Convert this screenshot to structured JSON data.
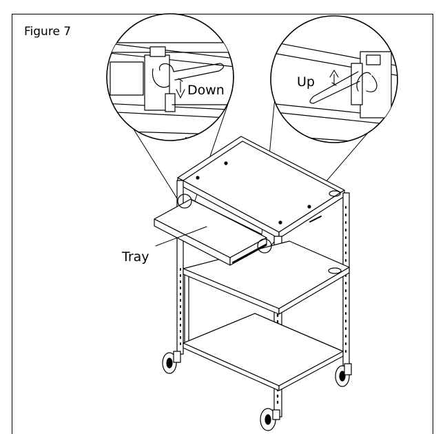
{
  "figure": {
    "label": "Figure 7"
  },
  "callouts": {
    "down": "Down",
    "up": "Up",
    "tray": "Tray"
  },
  "colors": {
    "line": "#000000",
    "background": "#ffffff",
    "shade": "#d9d9d9"
  }
}
